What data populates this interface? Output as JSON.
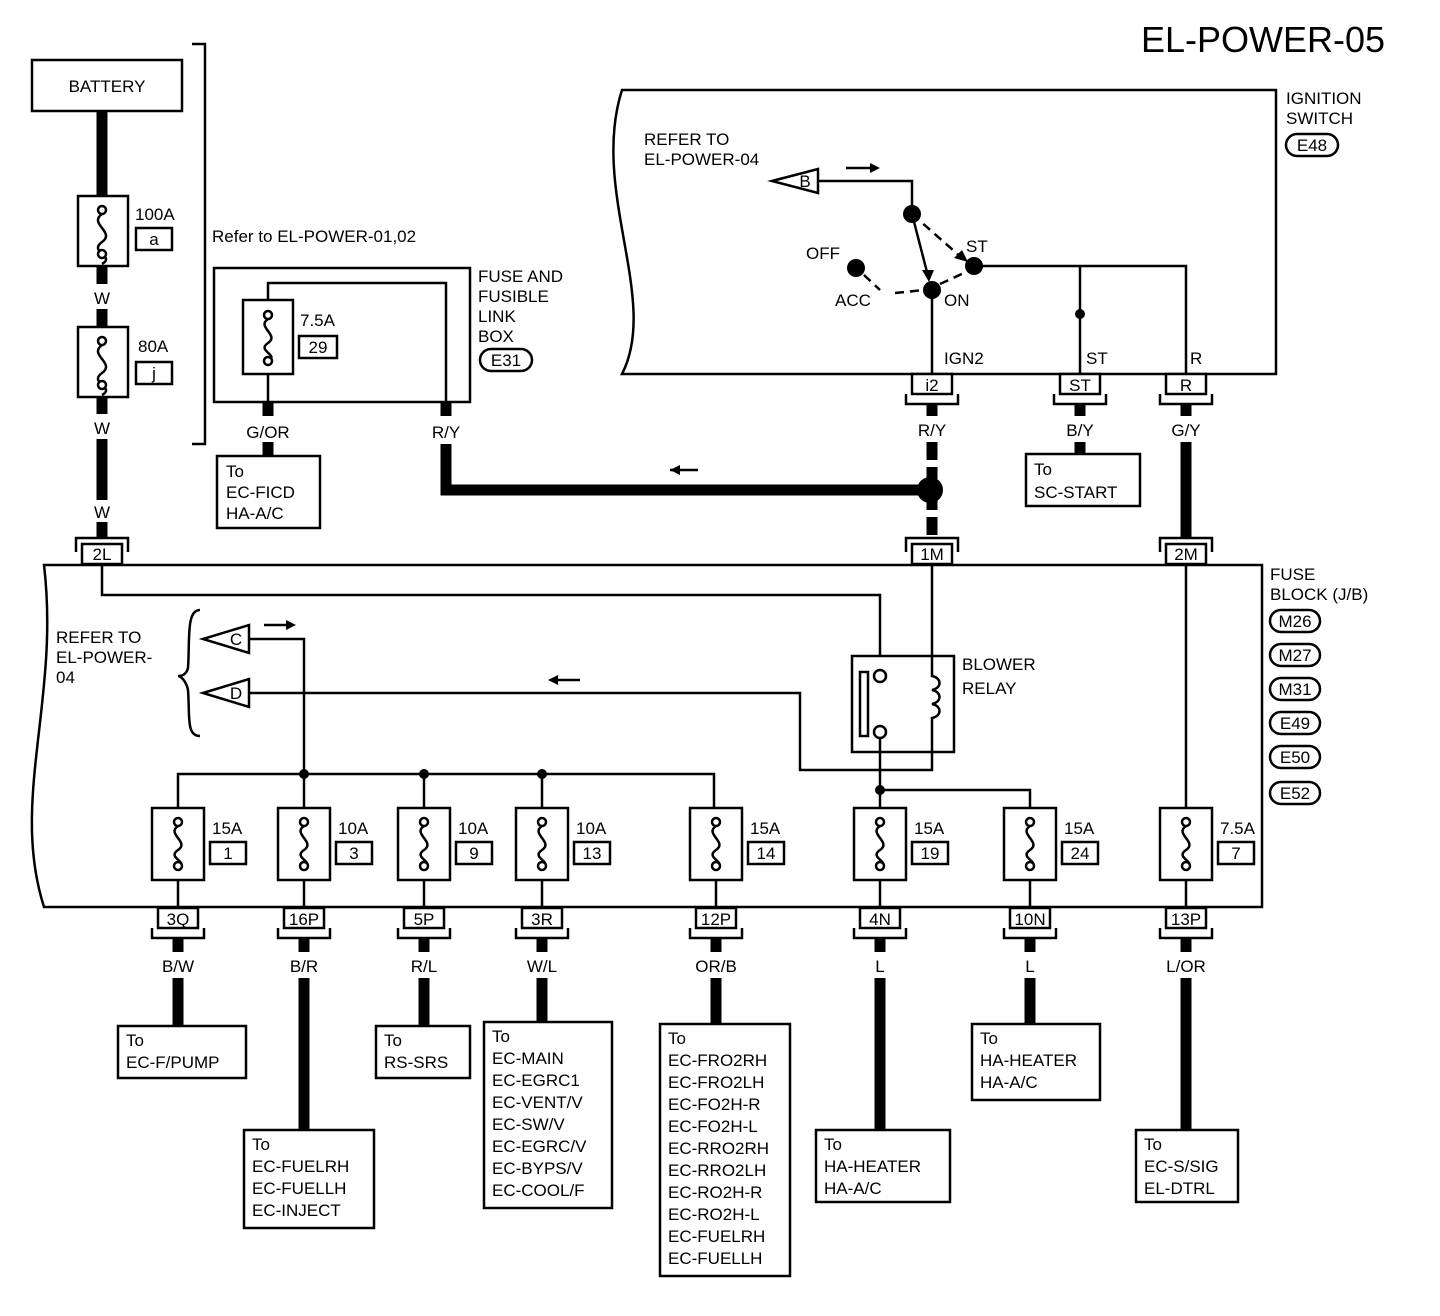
{
  "title": "EL-POWER-05",
  "battery": {
    "label": "BATTERY",
    "fusible_links": [
      {
        "amp": "100A",
        "id": "a"
      },
      {
        "amp": "80A",
        "id": "j"
      }
    ],
    "wire_colors": [
      "W",
      "W",
      "W"
    ]
  },
  "refer_power_0102": "Refer to EL-POWER-01,02",
  "fuse_link_box": {
    "label_lines": [
      "FUSE AND",
      "FUSIBLE",
      "LINK",
      "BOX"
    ],
    "connector": "E31",
    "fuse": {
      "amp": "7.5A",
      "num": "29"
    },
    "wire_gor": "G/OR",
    "wire_ry": "R/Y",
    "to_lines": [
      "To",
      "EC-FICD",
      "HA-A/C"
    ]
  },
  "ignition_switch": {
    "label_lines": [
      "IGNITION",
      "SWITCH"
    ],
    "connector": "E48",
    "refer_lines": [
      "REFER TO",
      "EL-POWER-04"
    ],
    "ref_b": "B",
    "positions": {
      "off": "OFF",
      "acc": "ACC",
      "on": "ON",
      "st": "ST"
    },
    "terminals": [
      {
        "label": "IGN2",
        "conn": "i2",
        "wire": "R/Y"
      },
      {
        "label": "ST",
        "conn": "ST",
        "wire": "B/Y"
      },
      {
        "label": "R",
        "conn": "R",
        "wire": "G/Y"
      }
    ],
    "start_to_lines": [
      "To",
      "SC-START"
    ]
  },
  "fuse_block": {
    "label_lines": [
      "FUSE",
      "BLOCK (J/B)"
    ],
    "connectors": [
      "M26",
      "M27",
      "M31",
      "E49",
      "E50",
      "E52"
    ],
    "input_conns": [
      "2L",
      "1M",
      "2M"
    ],
    "refer_lines": [
      "REFER TO",
      "EL-POWER-",
      "04"
    ],
    "ref_c": "C",
    "ref_d": "D",
    "blower_relay_lines": [
      "BLOWER",
      "RELAY"
    ],
    "fuses": [
      {
        "amp": "15A",
        "num": "1",
        "conn": "3Q",
        "wire": "B/W",
        "to": [
          "To",
          "EC-F/PUMP"
        ]
      },
      {
        "amp": "10A",
        "num": "3",
        "conn": "16P",
        "wire": "B/R",
        "to": [
          "To",
          "EC-FUELRH",
          "EC-FUELLH",
          "EC-INJECT"
        ]
      },
      {
        "amp": "10A",
        "num": "9",
        "conn": "5P",
        "wire": "R/L",
        "to": [
          "To",
          "RS-SRS"
        ]
      },
      {
        "amp": "10A",
        "num": "13",
        "conn": "3R",
        "wire": "W/L",
        "to": [
          "To",
          "EC-MAIN",
          "EC-EGRC1",
          "EC-VENT/V",
          "EC-SW/V",
          "EC-EGRC/V",
          "EC-BYPS/V",
          "EC-COOL/F"
        ]
      },
      {
        "amp": "15A",
        "num": "14",
        "conn": "12P",
        "wire": "OR/B",
        "to": [
          "To",
          "EC-FRO2RH",
          "EC-FRO2LH",
          "EC-FO2H-R",
          "EC-FO2H-L",
          "EC-RRO2RH",
          "EC-RRO2LH",
          "EC-RO2H-R",
          "EC-RO2H-L",
          "EC-FUELRH",
          "EC-FUELLH"
        ]
      },
      {
        "amp": "15A",
        "num": "19",
        "conn": "4N",
        "wire": "L",
        "to": [
          "To",
          "HA-HEATER",
          "HA-A/C"
        ]
      },
      {
        "amp": "15A",
        "num": "24",
        "conn": "10N",
        "wire": "L",
        "to": [
          "To",
          "HA-HEATER",
          "HA-A/C"
        ]
      },
      {
        "amp": "7.5A",
        "num": "7",
        "conn": "13P",
        "wire": "L/OR",
        "to": [
          "To",
          "EC-S/SIG",
          "EL-DTRL"
        ]
      }
    ]
  }
}
